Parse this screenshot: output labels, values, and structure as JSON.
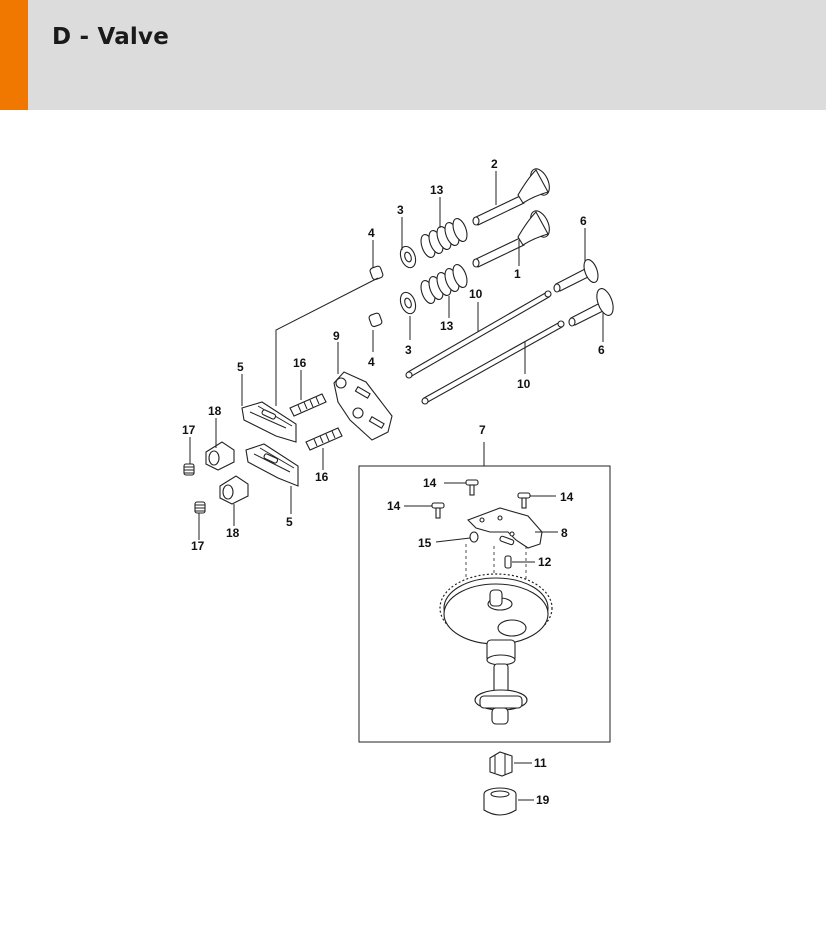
{
  "header": {
    "title": "D - Valve",
    "accent_color": "#f07800",
    "background": "#dcdcdc"
  },
  "callouts": {
    "c1": "1",
    "c2": "2",
    "c3a": "3",
    "c3b": "3",
    "c4a": "4",
    "c4b": "4",
    "c5a": "5",
    "c5b": "5",
    "c6a": "6",
    "c6b": "6",
    "c7": "7",
    "c8": "8",
    "c9": "9",
    "c10a": "10",
    "c10b": "10",
    "c11": "11",
    "c12": "12",
    "c13a": "13",
    "c13b": "13",
    "c14a": "14",
    "c14b": "14",
    "c14c": "14",
    "c15": "15",
    "c16a": "16",
    "c16b": "16",
    "c17a": "17",
    "c17b": "17",
    "c18a": "18",
    "c18b": "18",
    "c19": "19"
  }
}
